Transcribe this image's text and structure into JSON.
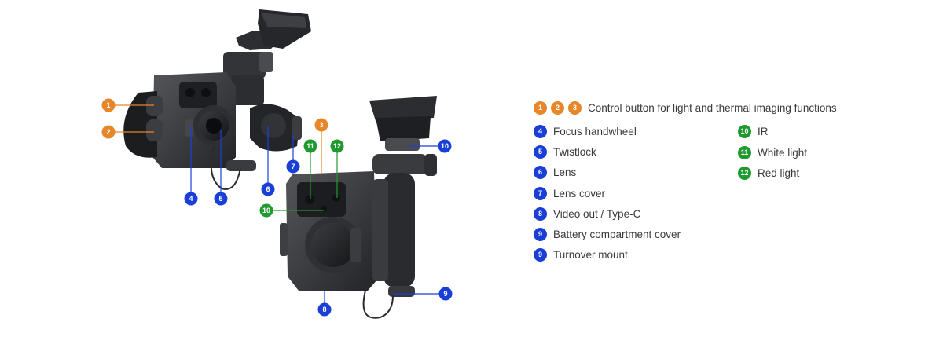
{
  "colors": {
    "orange": "#e8862a",
    "blue": "#1a3fd8",
    "green": "#1f9a2e",
    "device_dark": "#2b2c2e",
    "device_mid": "#4a4b4e",
    "device_light": "#6a6b6e"
  },
  "callouts": {
    "left_device": [
      {
        "num": "1",
        "color": "orange"
      },
      {
        "num": "2",
        "color": "orange"
      },
      {
        "num": "4",
        "color": "blue"
      },
      {
        "num": "5",
        "color": "blue"
      },
      {
        "num": "6",
        "color": "blue"
      },
      {
        "num": "7",
        "color": "blue"
      }
    ],
    "right_device": [
      {
        "num": "3",
        "color": "orange"
      },
      {
        "num": "11",
        "color": "green"
      },
      {
        "num": "12",
        "color": "green"
      },
      {
        "num": "10",
        "color": "green"
      },
      {
        "num": "10",
        "color": "blue"
      },
      {
        "num": "8",
        "color": "blue"
      },
      {
        "num": "9",
        "color": "blue"
      }
    ]
  },
  "legend": {
    "header": {
      "badges": [
        {
          "num": "1",
          "color": "orange"
        },
        {
          "num": "2",
          "color": "orange"
        },
        {
          "num": "3",
          "color": "orange"
        }
      ],
      "text": "Control button for light and thermal imaging functions"
    },
    "left_column": [
      {
        "num": "4",
        "color": "blue",
        "text": "Focus handwheel"
      },
      {
        "num": "5",
        "color": "blue",
        "text": "Twistlock"
      },
      {
        "num": "6",
        "color": "blue",
        "text": "Lens"
      },
      {
        "num": "7",
        "color": "blue",
        "text": "Lens cover"
      },
      {
        "num": "8",
        "color": "blue",
        "text": "Video out / Type-C"
      },
      {
        "num": "9",
        "color": "blue",
        "text": "Battery compartment cover"
      },
      {
        "num": "9",
        "color": "blue",
        "text": "Turnover mount"
      }
    ],
    "right_column": [
      {
        "num": "10",
        "color": "green",
        "text": "IR"
      },
      {
        "num": "11",
        "color": "green",
        "text": "White light"
      },
      {
        "num": "12",
        "color": "green",
        "text": "Red light"
      }
    ]
  }
}
